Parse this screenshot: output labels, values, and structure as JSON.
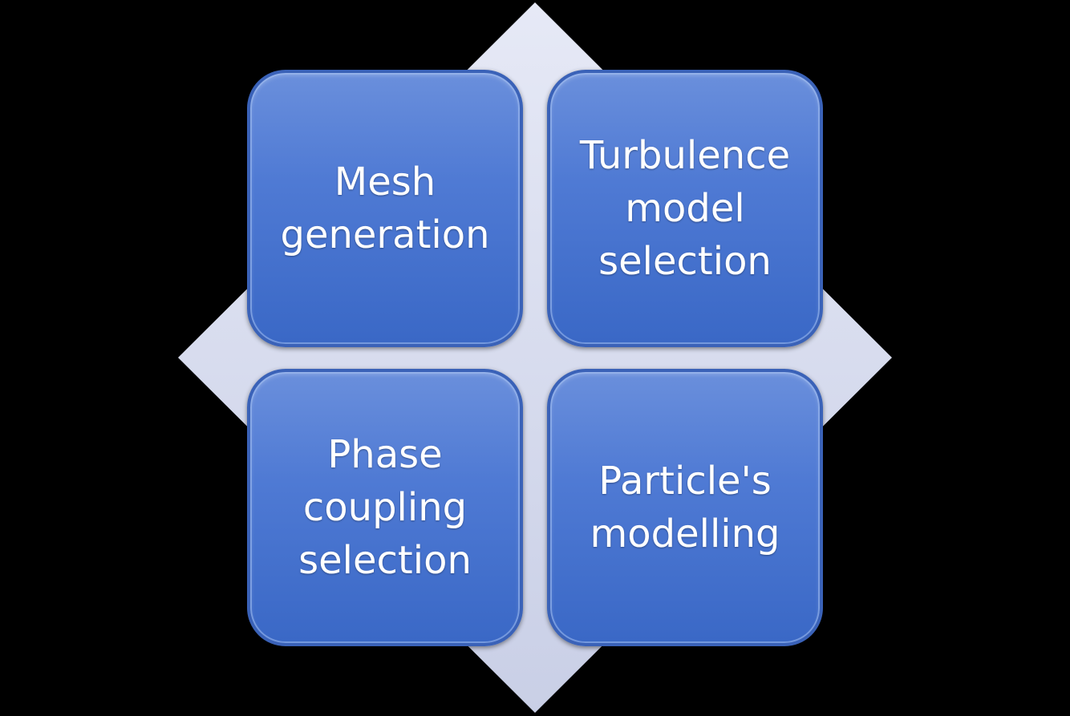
{
  "diagram": {
    "background_color": "#000000",
    "diamond_color": "#d9def0",
    "box_color": "#4f7ad4",
    "text_color": "#ffffff",
    "boxes": [
      {
        "label": "Mesh\ngeneration"
      },
      {
        "label": "Turbulence\nmodel\nselection"
      },
      {
        "label": "Phase\ncoupling\nselection"
      },
      {
        "label": "Particle's\nmodelling"
      }
    ]
  }
}
